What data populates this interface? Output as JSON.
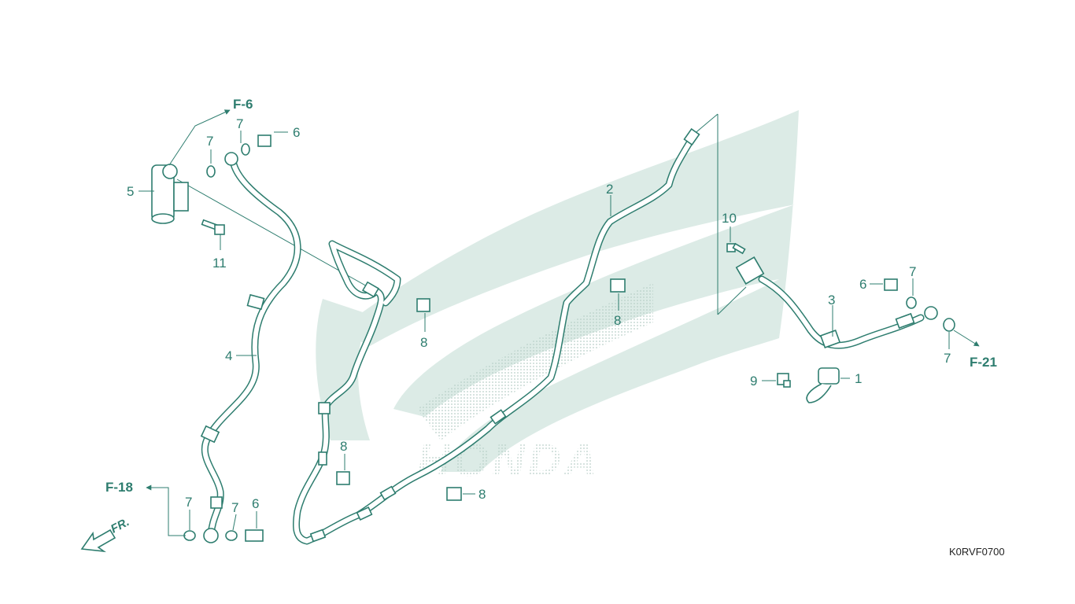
{
  "colors": {
    "line": "#2e7d6f",
    "watermark": "#dcebe6",
    "watermark_dots": "#b8cfc8",
    "code_text": "#222222"
  },
  "watermark": {
    "text": "HONDA"
  },
  "direction_indicator": {
    "label": "FR."
  },
  "diagram_code": "K0RVF0700",
  "refs": {
    "f6": "F-6",
    "f18": "F-18",
    "f21": "F-21"
  },
  "callouts": [
    {
      "id": "c1",
      "label": "1"
    },
    {
      "id": "c2",
      "label": "2"
    },
    {
      "id": "c3",
      "label": "3"
    },
    {
      "id": "c4",
      "label": "4"
    },
    {
      "id": "c5",
      "label": "5"
    },
    {
      "id": "c6a",
      "label": "6"
    },
    {
      "id": "c6b",
      "label": "6"
    },
    {
      "id": "c6c",
      "label": "6"
    },
    {
      "id": "c7a",
      "label": "7"
    },
    {
      "id": "c7b",
      "label": "7"
    },
    {
      "id": "c7c",
      "label": "7"
    },
    {
      "id": "c7d",
      "label": "7"
    },
    {
      "id": "c7e",
      "label": "7"
    },
    {
      "id": "c7f",
      "label": "7"
    },
    {
      "id": "c8a",
      "label": "8"
    },
    {
      "id": "c8b",
      "label": "8"
    },
    {
      "id": "c8c",
      "label": "8"
    },
    {
      "id": "c8d",
      "label": "8"
    },
    {
      "id": "c9",
      "label": "9"
    },
    {
      "id": "c10",
      "label": "10"
    },
    {
      "id": "c11",
      "label": "11"
    }
  ]
}
